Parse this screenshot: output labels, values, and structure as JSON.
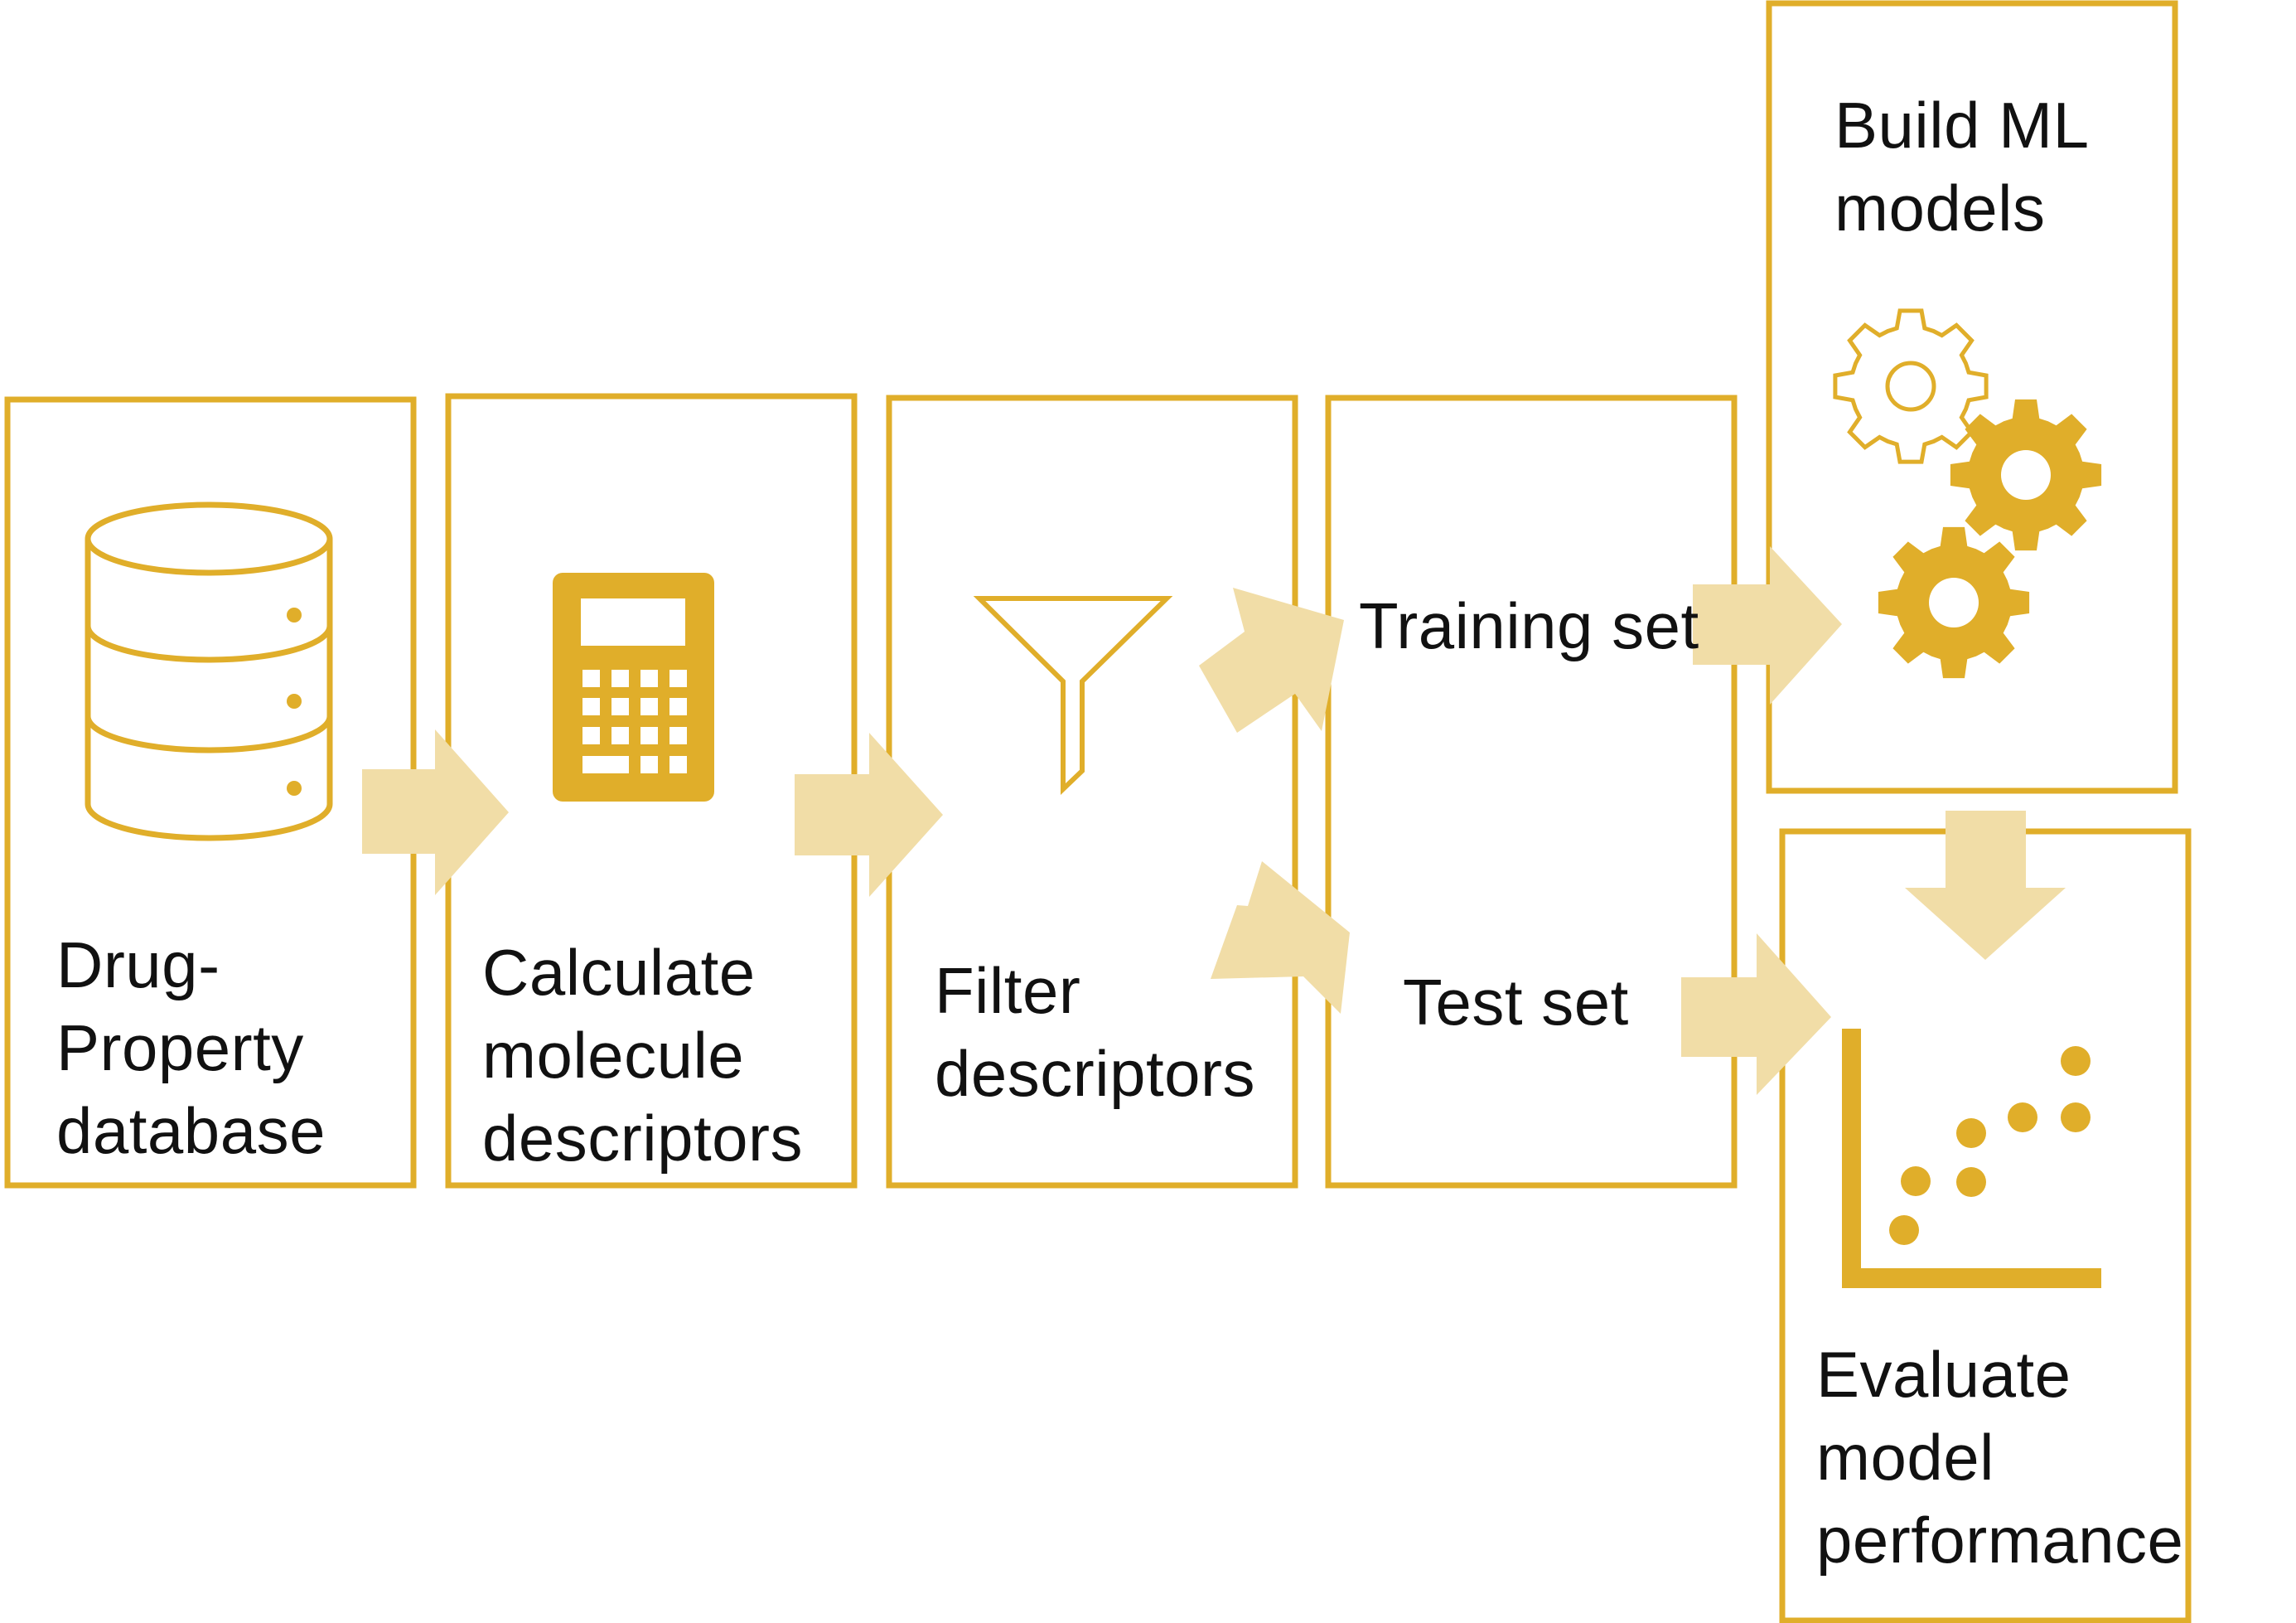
{
  "colors": {
    "accent": "#E0AE2A",
    "arrow": "#F1DDA7",
    "text": "#111111",
    "background": "#FFFFFF"
  },
  "steps": [
    {
      "id": "database",
      "icon": "database-icon",
      "lines": [
        "Drug-",
        "Property",
        "database"
      ]
    },
    {
      "id": "calculate",
      "icon": "calculator-icon",
      "lines": [
        "Calculate",
        "molecule",
        "descriptors"
      ]
    },
    {
      "id": "filter",
      "icon": "funnel-icon",
      "lines": [
        "Filter",
        "descriptors"
      ]
    },
    {
      "id": "split",
      "lines_top": [
        "Training set"
      ],
      "lines_bottom": [
        "Test set"
      ]
    },
    {
      "id": "build",
      "icon": "gears-icon",
      "lines": [
        "Build ML",
        "models"
      ]
    },
    {
      "id": "evaluate",
      "icon": "scatter-plot-icon",
      "lines": [
        "Evaluate",
        "model",
        "performance"
      ]
    }
  ]
}
